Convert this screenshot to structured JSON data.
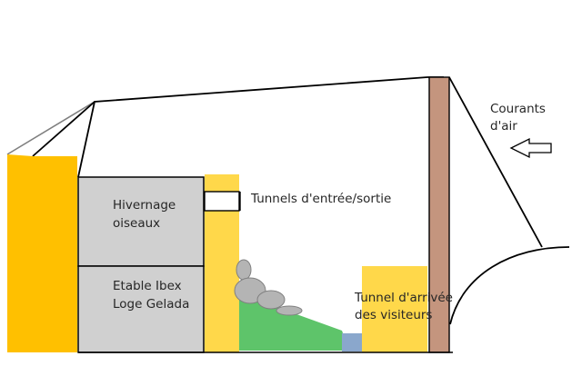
{
  "labels": {
    "hivernage_line1": "Hivernage",
    "hivernage_line2": "oiseaux",
    "etable_line1": "Etable Ibex",
    "etable_line2": "Loge Gelada",
    "tunnels_entree": "Tunnels d'entrée/sortie",
    "tunnel_visiteurs_line1": "Tunnel d'arrivée",
    "tunnel_visiteurs_line2": "des visiteurs",
    "courants_line1": "Courants",
    "courants_line2": "d'air"
  },
  "colors": {
    "yellow_dark": "#ffc000",
    "yellow_light": "#ffd84a",
    "enclosure_gray": "#d0d0d0",
    "rock_gray": "#b4b4b4",
    "grass_green": "#5ec46a",
    "water_blue": "#8aa7cc",
    "wall_brown": "#c4957e"
  },
  "icons": {
    "airflow_arrow": "arrow-left-icon"
  }
}
